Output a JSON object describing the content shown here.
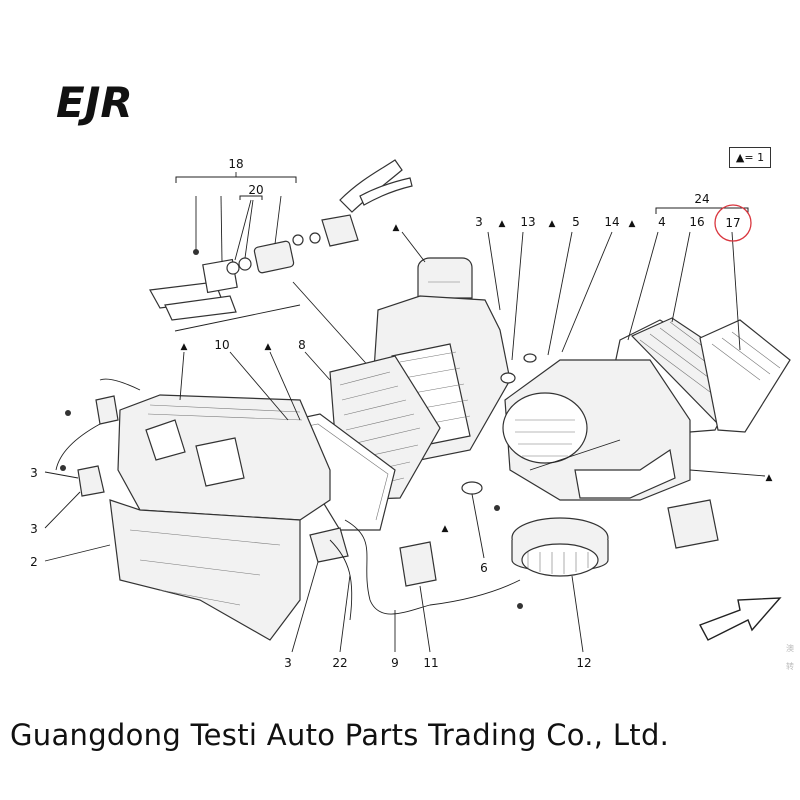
{
  "logo_text": "EJR",
  "legend": "▲= 1",
  "company": "Guangdong Testi Auto Parts Trading Co., Ltd.",
  "watermark": [
    "澳",
    "转"
  ],
  "callouts": {
    "n18": "18",
    "n20": "20",
    "n24": "24",
    "n3a": "3",
    "n13": "13",
    "n5": "5",
    "n14": "14",
    "n4": "4",
    "n16": "16",
    "n17": "17",
    "n10": "10",
    "n8": "8",
    "n3b": "3",
    "n3c": "3",
    "n2": "2",
    "n6": "6",
    "n3d": "3",
    "n22": "22",
    "n9": "9",
    "n11": "11",
    "n12": "12"
  },
  "triangle": "▲",
  "highlight_color": "#d9363e"
}
